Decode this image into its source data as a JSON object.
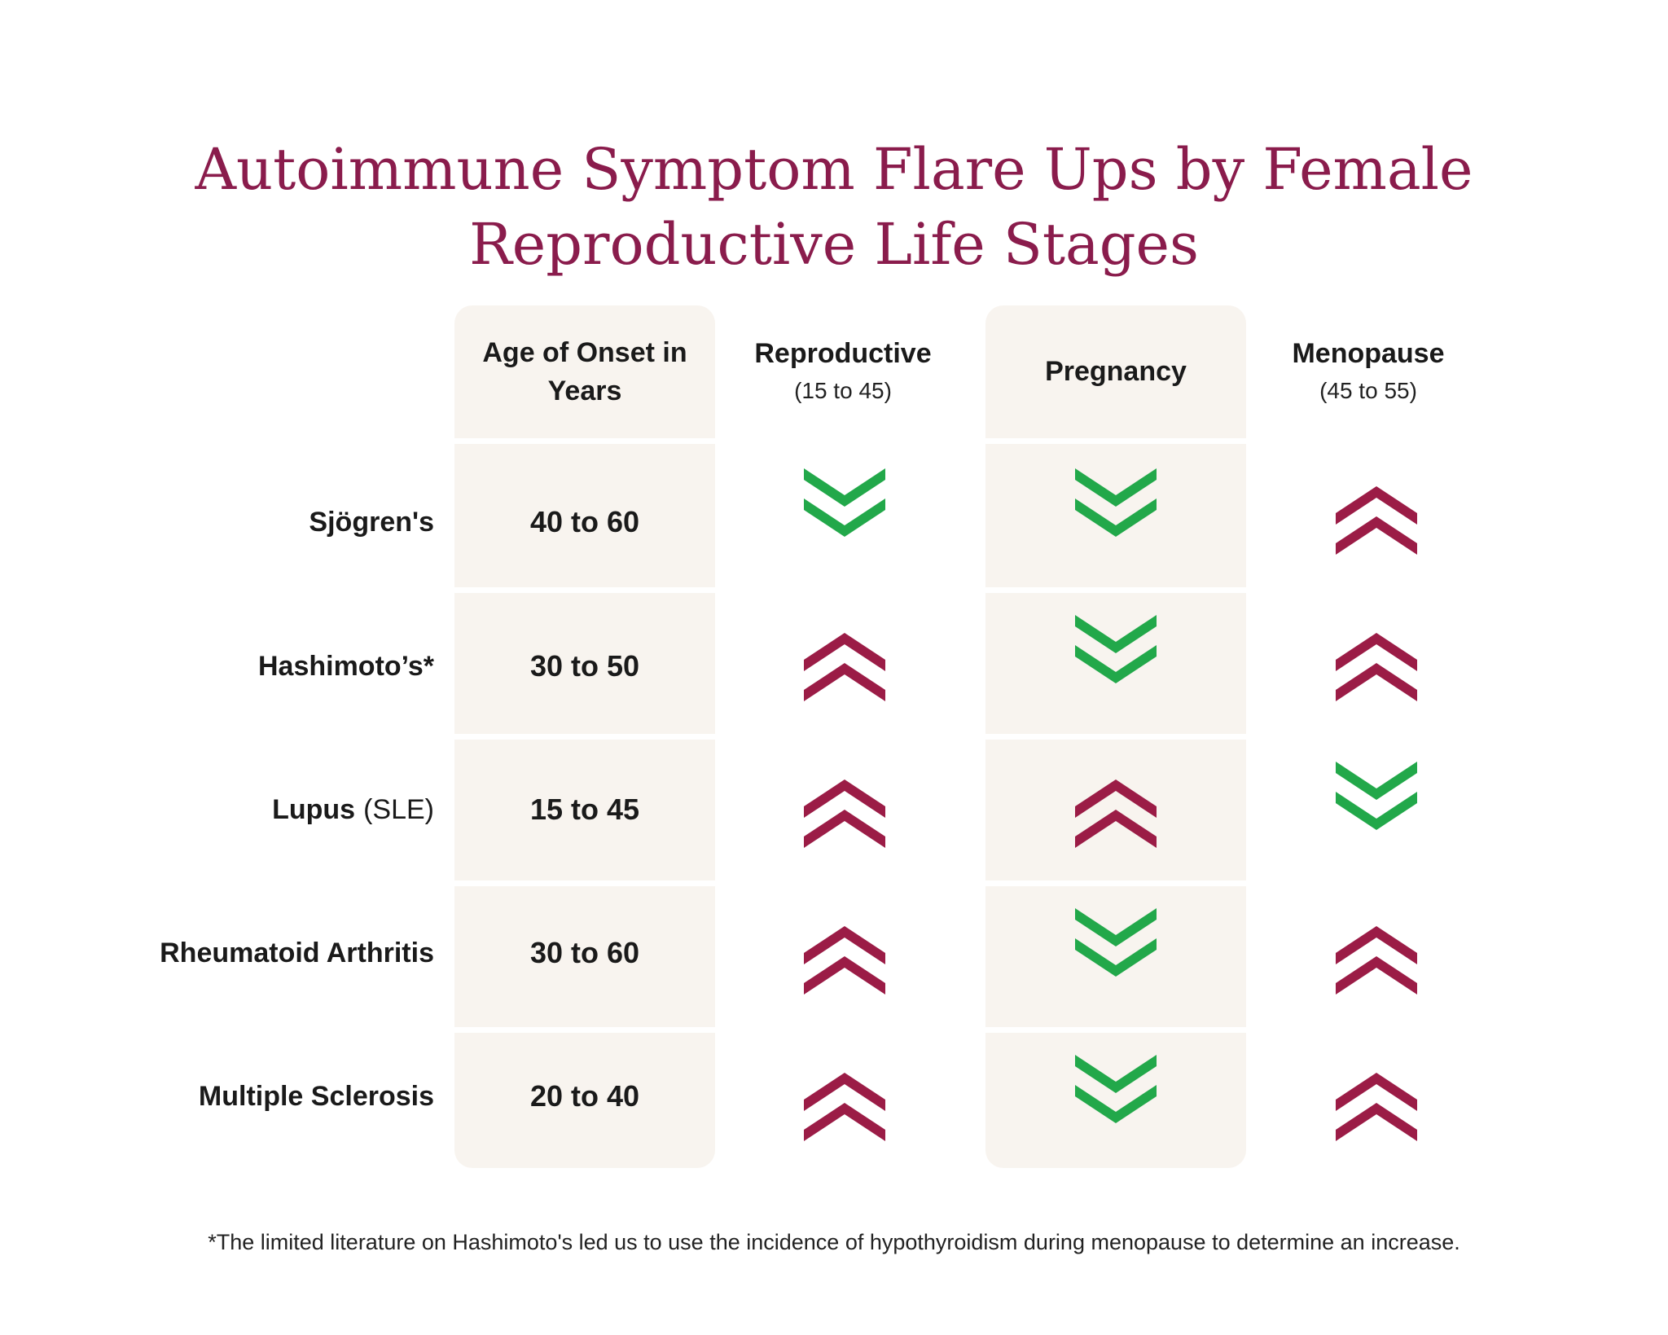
{
  "title": {
    "line1": "Autoimmune Symptom Flare Ups by Female",
    "line2": "Reproductive Life Stages"
  },
  "columns": [
    {
      "main": "Age of Onset in Years",
      "sub": ""
    },
    {
      "main": "Reproductive",
      "sub": "(15 to 45)"
    },
    {
      "main": "Pregnancy",
      "sub": ""
    },
    {
      "main": "Menopause",
      "sub": "(45 to 55)"
    }
  ],
  "rows": [
    {
      "name": "Sjögren's",
      "extra": "",
      "age": "40 to 60",
      "reproductive": "decrease",
      "pregnancy": "decrease",
      "menopause": "increase"
    },
    {
      "name": "Hashimoto’s*",
      "extra": "",
      "age": "30 to 50",
      "reproductive": "increase",
      "pregnancy": "decrease",
      "menopause": "increase"
    },
    {
      "name": "Lupus",
      "extra": "(SLE)",
      "age": "15 to 45",
      "reproductive": "increase",
      "pregnancy": "increase",
      "menopause": "decrease"
    },
    {
      "name": "Rheumatoid Arthritis",
      "extra": "",
      "age": "30 to 60",
      "reproductive": "increase",
      "pregnancy": "decrease",
      "menopause": "increase"
    },
    {
      "name": "Multiple Sclerosis",
      "extra": "",
      "age": "20 to 40",
      "reproductive": "increase",
      "pregnancy": "decrease",
      "menopause": "increase"
    }
  ],
  "icons": {
    "increase": "double-chevron-up-icon",
    "decrease": "double-chevron-down-icon"
  },
  "colors": {
    "title": "#8a1c4c",
    "increase": "#9b1c46",
    "decrease": "#22a84a",
    "shade": "#f8f4ef"
  },
  "footnote": "*The limited literature on Hashimoto's led us to use the incidence of hypothyroidism during menopause to determine an increase."
}
